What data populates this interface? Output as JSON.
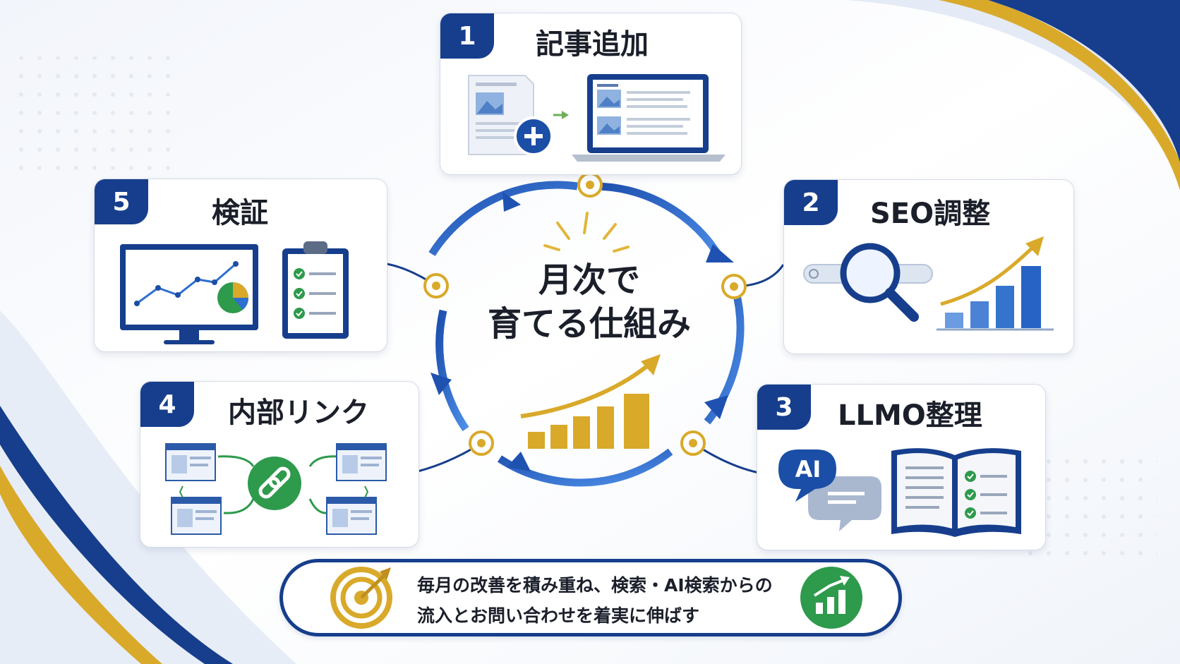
{
  "center": {
    "line1": "月次で",
    "line2": "育てる仕組み"
  },
  "steps": [
    {
      "number": "1",
      "title": "記事追加"
    },
    {
      "number": "2",
      "title": "SEO調整"
    },
    {
      "number": "3",
      "title": "LLMO整理"
    },
    {
      "number": "4",
      "title": "内部リンク"
    },
    {
      "number": "5",
      "title": "検証"
    }
  ],
  "ai_bubble": {
    "label": "AI"
  },
  "banner": {
    "line1": "毎月の改善を積み重ね、検索・AI検索からの",
    "line2": "流入とお問い合わせを着実に伸ばす"
  },
  "colors": {
    "navy": "#163e8c",
    "blue": "#2e6fd0",
    "gold": "#d9a92a",
    "green": "#2e9a4c",
    "background": "#f6f8fc"
  },
  "icons": [
    "document-add-icon",
    "laptop-article-icon",
    "magnifier-icon",
    "growth-bar-chart-icon",
    "ai-chat-bubble-icon",
    "open-book-checklist-icon",
    "linked-pages-icon",
    "chain-link-icon",
    "monitor-analytics-icon",
    "clipboard-checklist-icon",
    "target-icon",
    "growth-badge-icon"
  ]
}
